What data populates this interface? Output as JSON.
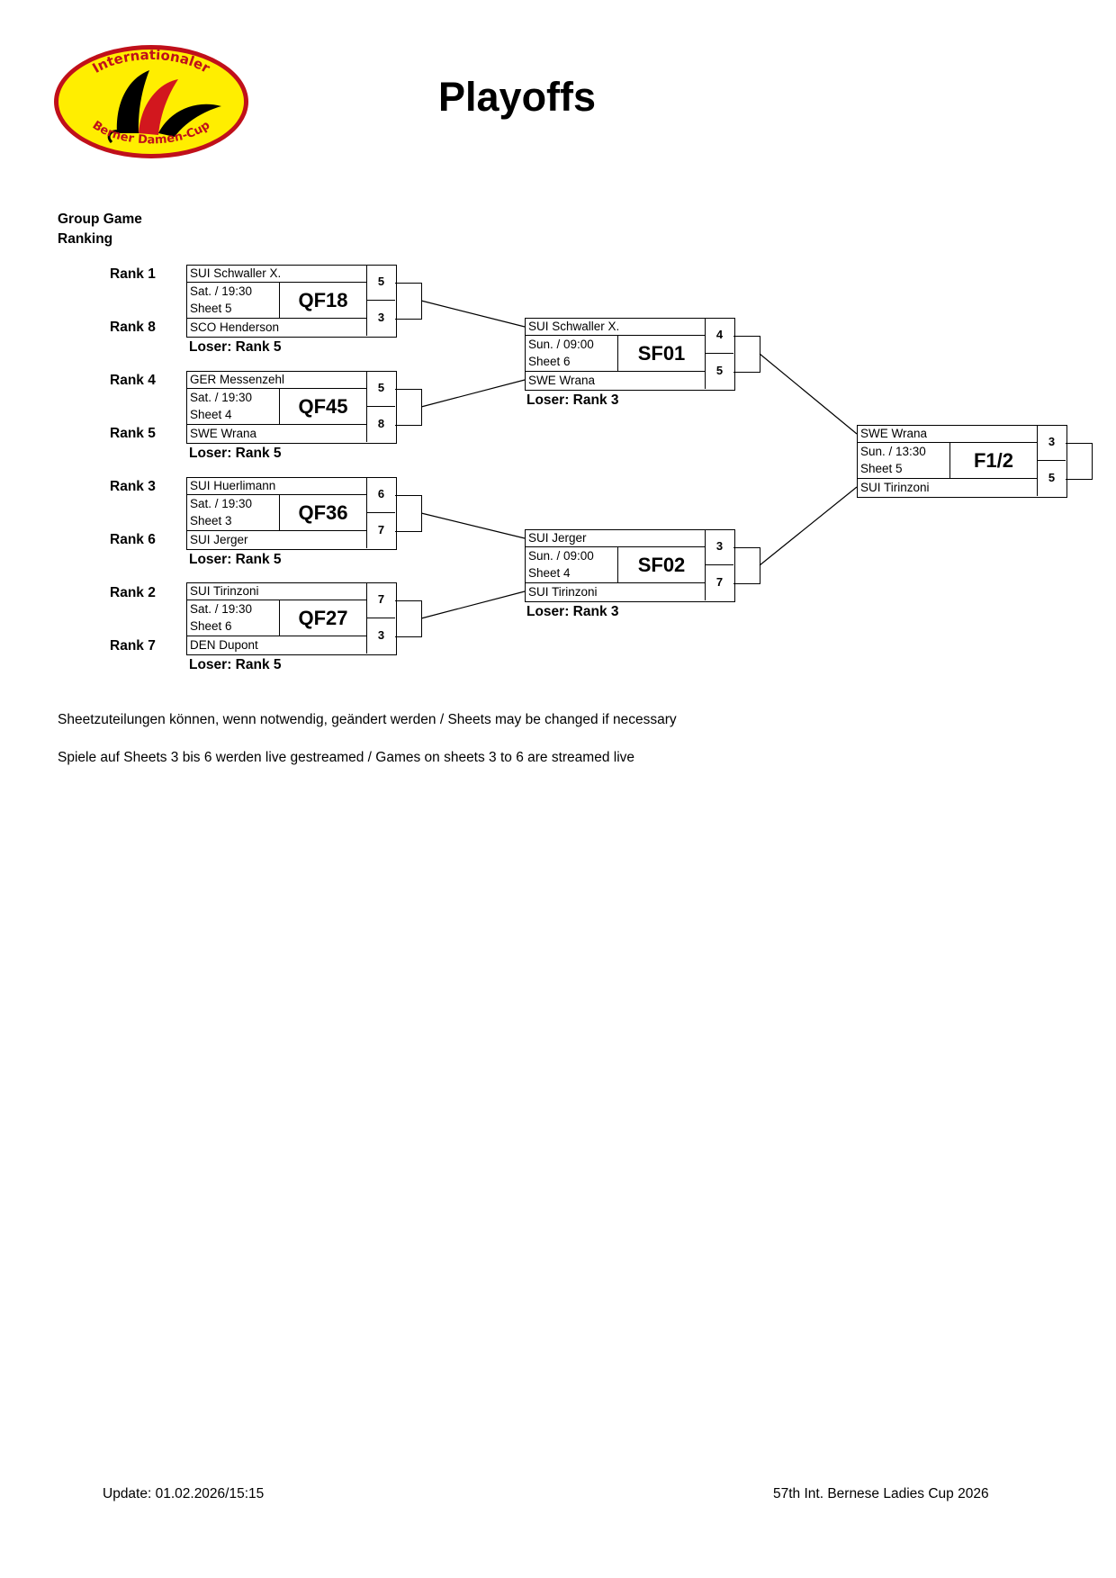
{
  "header": {
    "title": "Playoffs"
  },
  "logo": {
    "top_text": "Internationaler",
    "bottom_text": "Berner Damen-Cup",
    "colors": {
      "fill": "#ffee00",
      "ring": "#c0101a",
      "black": "#000000",
      "red": "#d2171e"
    }
  },
  "ranking": {
    "heading_line1": "Group Game",
    "heading_line2": "Ranking",
    "ranks": [
      "Rank 1",
      "Rank 8",
      "Rank 4",
      "Rank 5",
      "Rank 3",
      "Rank 6",
      "Rank 2",
      "Rank 7"
    ]
  },
  "quarterfinals": [
    {
      "code": "QF18",
      "team1": "SUI Schwaller X.",
      "team2": "SCO Henderson",
      "day_time": "Sat.  / 19:30",
      "sheet": "Sheet 5",
      "score1": "5",
      "score2": "3",
      "loser": "Loser: Rank 5"
    },
    {
      "code": "QF45",
      "team1": "GER Messenzehl",
      "team2": "SWE Wrana",
      "day_time": "Sat.  / 19:30",
      "sheet": "Sheet 4",
      "score1": "5",
      "score2": "8",
      "loser": "Loser: Rank 5"
    },
    {
      "code": "QF36",
      "team1": "SUI Huerlimann",
      "team2": "SUI Jerger",
      "day_time": "Sat.  / 19:30",
      "sheet": "Sheet 3",
      "score1": "6",
      "score2": "7",
      "loser": "Loser: Rank 5"
    },
    {
      "code": "QF27",
      "team1": "SUI Tirinzoni",
      "team2": "DEN Dupont",
      "day_time": "Sat.  / 19:30",
      "sheet": "Sheet 6",
      "score1": "7",
      "score2": "3",
      "loser": "Loser: Rank 5"
    }
  ],
  "semifinals": [
    {
      "code": "SF01",
      "team1": "SUI Schwaller X.",
      "team2": "SWE Wrana",
      "day_time": "Sun.  / 09:00",
      "sheet": "Sheet 6",
      "score1": "4",
      "score2": "5",
      "loser": "Loser: Rank 3"
    },
    {
      "code": "SF02",
      "team1": "SUI Jerger",
      "team2": "SUI Tirinzoni",
      "day_time": "Sun.  / 09:00",
      "sheet": "Sheet 4",
      "score1": "3",
      "score2": "7",
      "loser": "Loser: Rank 3"
    }
  ],
  "final": {
    "code": "F1/2",
    "team1": "SWE Wrana",
    "team2": "SUI Tirinzoni",
    "day_time": "Sun.  / 13:30",
    "sheet": "Sheet 5",
    "score1": "3",
    "score2": "5"
  },
  "notes": [
    "Sheetzuteilungen können, wenn notwendig, geändert werden / Sheets may be changed if necessary",
    "Spiele auf Sheets 3 bis 6 werden live gestreamed / Games on sheets 3 to 6 are streamed live"
  ],
  "footer": {
    "update": "Update: 01.02.2026/15:15",
    "event": "57th Int. Bernese Ladies Cup 2026"
  }
}
